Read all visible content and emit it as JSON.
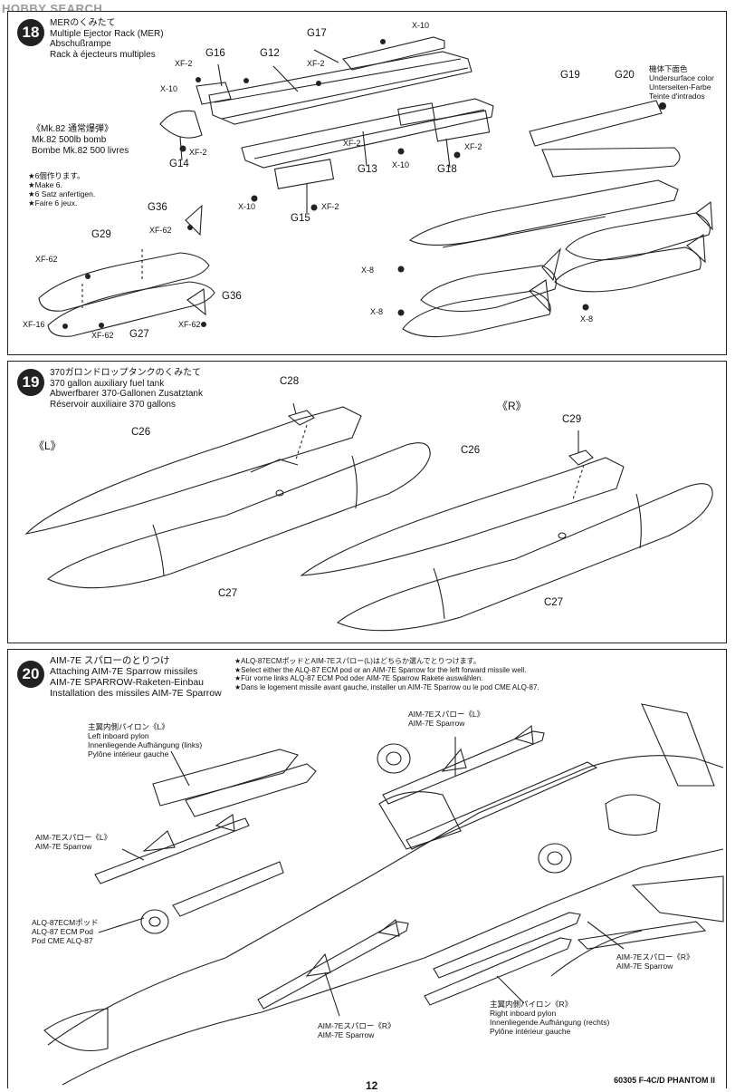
{
  "watermark": "HOBBY SEARCH",
  "footer": "60305 F-4C/D PHANTOM II",
  "page_number": "12",
  "step18": {
    "number": "18",
    "title_jp": "MERのくみたて",
    "title_en": "Multiple Ejector Rack (MER)",
    "title_de": "Abschußrampe",
    "title_fr": "Rack à éjecteurs multiples",
    "bomb_jp": "《Mk.82 通常爆弾》",
    "bomb_en": "Mk.82 500lb bomb",
    "bomb_fr": "Bombe Mk.82 500 livres",
    "make_jp": "★6個作ります。",
    "make_en": "★Make 6.",
    "make_de": "★6 Satz anfertigen.",
    "make_fr": "★Faire 6 jeux.",
    "color_jp": "機体下面色",
    "color_en": "Undersurface color",
    "color_de": "Unterseiten-Farbe",
    "color_fr": "Teinte d'intrados",
    "parts": {
      "g17": "G17",
      "g16": "G16",
      "g12": "G12",
      "g14": "G14",
      "g13": "G13",
      "g18": "G18",
      "g15": "G15",
      "g19": "G19",
      "g20": "G20",
      "g36a": "G36",
      "g36b": "G36",
      "g29": "G29",
      "g27": "G27"
    },
    "paints": {
      "xf2a": "XF-2",
      "xf2b": "XF-2",
      "xf2c": "XF-2",
      "xf2d": "XF-2",
      "xf2e": "XF-2",
      "xf2f": "XF-2",
      "x10a": "X-10",
      "x10b": "X-10",
      "x10c": "X-10",
      "x10d": "X-10",
      "xf62a": "XF-62",
      "xf62b": "XF-62",
      "xf62c": "XF-62",
      "xf62d": "XF-62",
      "xf16": "XF-16",
      "x8a": "X-8",
      "x8b": "X-8",
      "x8c": "X-8"
    }
  },
  "step19": {
    "number": "19",
    "title_jp": "370ガロンドロップタンクのくみたて",
    "title_en": "370 gallon auxiliary fuel tank",
    "title_de": "Abwerfbarer 370-Gallonen Zusatztank",
    "title_fr": "Réservoir auxiliaire 370 gallons",
    "left_tag": "《L》",
    "right_tag": "《R》",
    "parts": {
      "c28": "C28",
      "c26a": "C26",
      "c27a": "C27",
      "c29": "C29",
      "c26b": "C26",
      "c27b": "C27"
    }
  },
  "step20": {
    "number": "20",
    "title_jp": "AIM-7E スパローのとりつけ",
    "title_en": "Attaching AIM-7E Sparrow missiles",
    "title_de": "AIM-7E SPARROW-Raketen-Einbau",
    "title_fr": "Installation des missiles AIM-7E Sparrow",
    "note_jp": "★ALQ-87ECMポッドとAIM-7Eスパロー(L)はどちらか選んでとりつけます。",
    "note_en": "★Select either the ALQ-87 ECM pod or an AIM-7E Sparrow for the left forward missile well.",
    "note_de": "★Für vorne links ALQ-87 ECM Pod oder AIM-7E Sparrow Rakete auswählen.",
    "note_fr": "★Dans le logement missile avant gauche, installer un AIM-7E Sparrow ou le pod CME ALQ-87.",
    "left_pylon_jp": "主翼内側パイロン《L》",
    "left_pylon_en": "Left inboard pylon",
    "left_pylon_de": "Innenliegende Aufhängung (links)",
    "left_pylon_fr": "Pylône intérieur gauche",
    "sparrow_l1_jp": "AIM-7Eスパロー《L》",
    "sparrow_l1_en": "AIM-7E Sparrow",
    "sparrow_l2_jp": "AIM-7Eスパロー《L》",
    "sparrow_l2_en": "AIM-7E Sparrow",
    "ecm_jp": "ALQ-87ECMポッド",
    "ecm_en": "ALQ-87 ECM Pod",
    "ecm_fr": "Pod CME ALQ-87",
    "sparrow_r1_jp": "AIM-7Eスパロー《R》",
    "sparrow_r1_en": "AIM-7E Sparrow",
    "right_pylon_jp": "主翼内側パイロン《R》",
    "right_pylon_en": "Right inboard pylon",
    "right_pylon_de": "Innenliegende Aufhängung (rechts)",
    "right_pylon_fr": "Pylône intérieur gauche",
    "sparrow_r2_jp": "AIM-7Eスパロー《R》",
    "sparrow_r2_en": "AIM-7E Sparrow"
  }
}
